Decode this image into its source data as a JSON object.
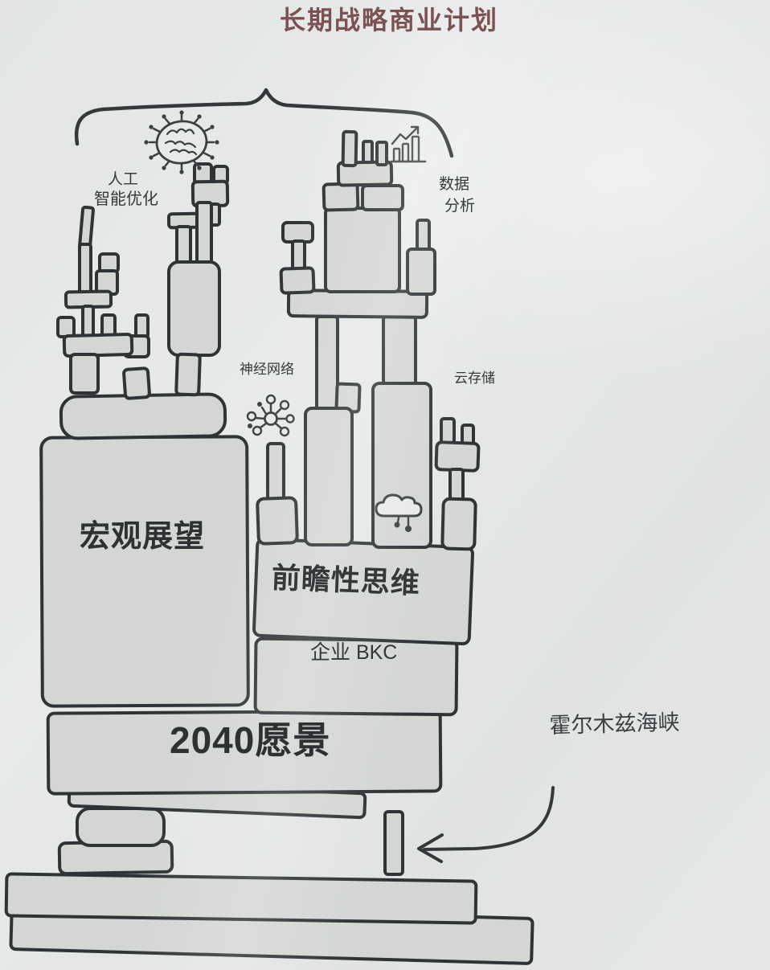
{
  "title": "长期战略商业计划",
  "labels": {
    "ai_top": "人工",
    "ai_bottom": "智能优化",
    "data_top": "数据",
    "data_bottom": "分析",
    "neural_network": "神经网络",
    "cloud_storage": "云存储",
    "macro_outlook": "宏观展望",
    "forward_thinking": "前瞻性思维",
    "enterprise_bkc": "企业 BKC",
    "vision_2040": "2040愿景",
    "hormuz_strait": "霍尔木兹海峡"
  },
  "icons": {
    "brain": "brain-network-icon",
    "chart": "growth-chart-icon",
    "molecule": "molecule-icon",
    "rain_cloud": "rain-cloud-icon",
    "arrow": "curved-arrow-icon",
    "brace": "curly-brace"
  },
  "colors": {
    "background": "#e3e6e5",
    "block_fill": "#d3d6d3",
    "outline": "#2f3335",
    "title_text": "#7b5151",
    "label_text": "#36393b"
  }
}
